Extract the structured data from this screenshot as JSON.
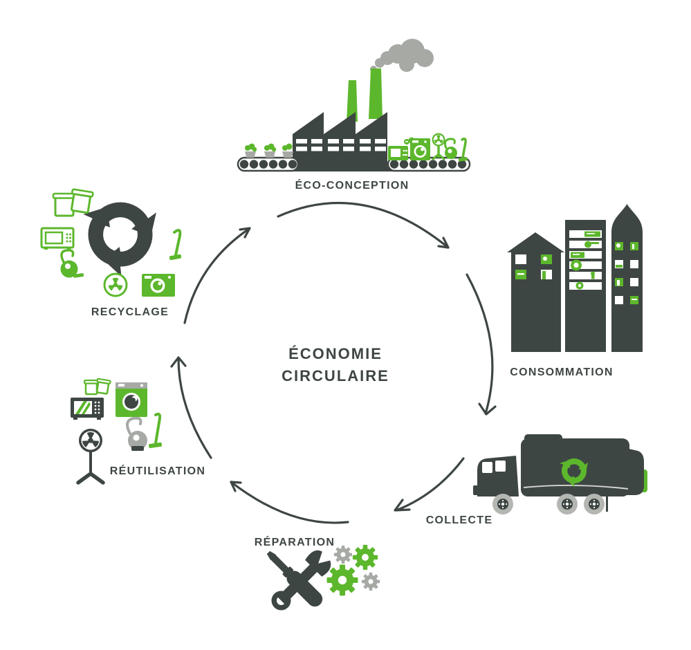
{
  "title": {
    "line1": "ÉCONOMIE",
    "line2": "CIRCULAIRE"
  },
  "stages": [
    {
      "id": "eco-conception",
      "label": "ÉCO-CONCEPTION",
      "icons": [
        "factory",
        "smoke",
        "green-chimneys",
        "conveyor-belt",
        "plant-pots",
        "microwave",
        "washing-machine",
        "fan",
        "vacuum-cleaner"
      ]
    },
    {
      "id": "consommation",
      "label": "CONSOMMATION",
      "icons": [
        "city-buildings",
        "windows-with-green-appliances"
      ]
    },
    {
      "id": "collecte",
      "label": "COLLECTE",
      "icons": [
        "garbage-truck",
        "recycle-symbol"
      ]
    },
    {
      "id": "reparation",
      "label": "RÉPARATION",
      "icons": [
        "screwdriver",
        "wrench",
        "gears"
      ]
    },
    {
      "id": "reutilisation",
      "label": "RÉUTILISATION",
      "icons": [
        "storage-bins",
        "microwave",
        "washing-machine",
        "pedestal-fan",
        "vacuum-cleaner"
      ]
    },
    {
      "id": "recyclage",
      "label": "RECYCLAGE",
      "icons": [
        "recycle-arrows",
        "storage-bins",
        "microwave",
        "vacuum-cleaner",
        "fan-disc",
        "washing-machine",
        "stick-vacuum"
      ]
    }
  ],
  "colors": {
    "dark": "#3e4643",
    "green": "#5cb72c",
    "smoke": "#a6a9a4",
    "tire": "#b4b6b2",
    "background": "#ffffff"
  }
}
